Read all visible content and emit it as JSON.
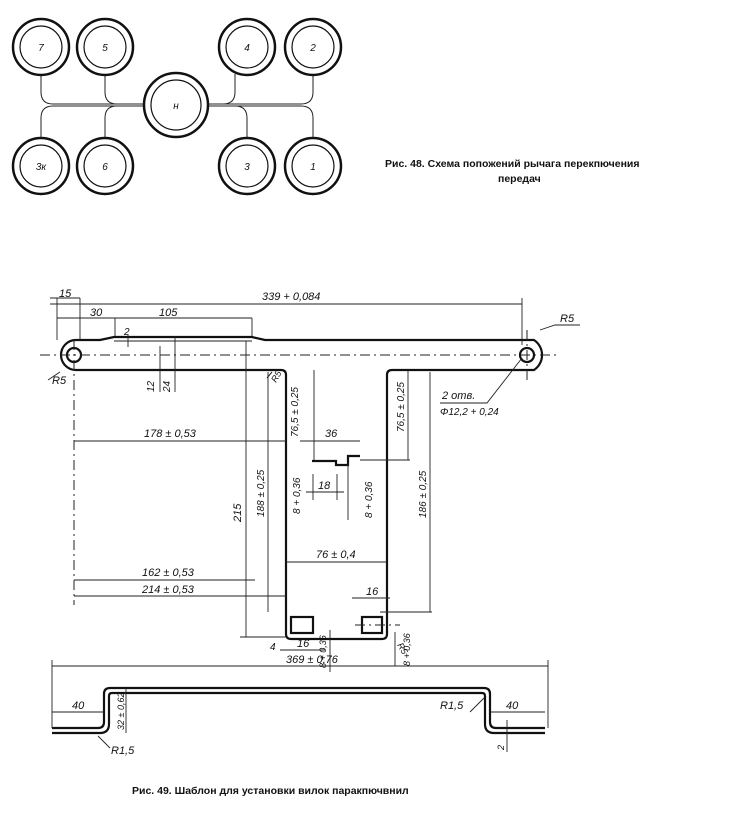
{
  "fig48": {
    "caption_line1": "Рис. 48. Схема попожений рычага перекпючения",
    "caption_line2": "передач",
    "gears": {
      "g7": "7",
      "g5": "5",
      "g4": "4",
      "g2": "2",
      "gN": "н",
      "g3k": "3к",
      "g6": "6",
      "g3": "3",
      "g1": "1"
    }
  },
  "fig49": {
    "caption": "Рис. 49. Шаблон для установки вилок паракпючвнил",
    "dims": {
      "d15": "15",
      "d339": "339 + 0,084",
      "d30": "30",
      "d105": "105",
      "d2a": "2",
      "r5_right": "R5",
      "r5_left": "R5",
      "d12": "12",
      "d24": "24",
      "r5_corner": "R5",
      "d76_left": "76,5 ± 0,25",
      "d76_right": "76,5 ± 0,25",
      "holes_count": "2 отв.",
      "holes_dia": "Φ12,2 + 0,24",
      "d178": "178 ± 0,53",
      "d36": "36",
      "d18": "18",
      "d8a": "8 + 0,36",
      "d8b": "8 + 0,36",
      "d215": "215",
      "d188": "188 ± 0,25",
      "d186": "186 ± 0,25",
      "d76_4": "76 ± 0,4",
      "d162": "162 ± 0,53",
      "d214": "214 ± 0,53",
      "d16_right": "16",
      "d16_bottom": "16",
      "d4": "4",
      "d8c": "8 + 0,36",
      "r5_bottom": "R5",
      "d8d": "8 + 0,36",
      "d369": "369 ± 0,76",
      "d40_left": "40",
      "d32": "32 ± 0,62",
      "r15_left": "R1,5",
      "r15_right": "R1,5",
      "d40_right": "40",
      "d2b": "2"
    }
  }
}
